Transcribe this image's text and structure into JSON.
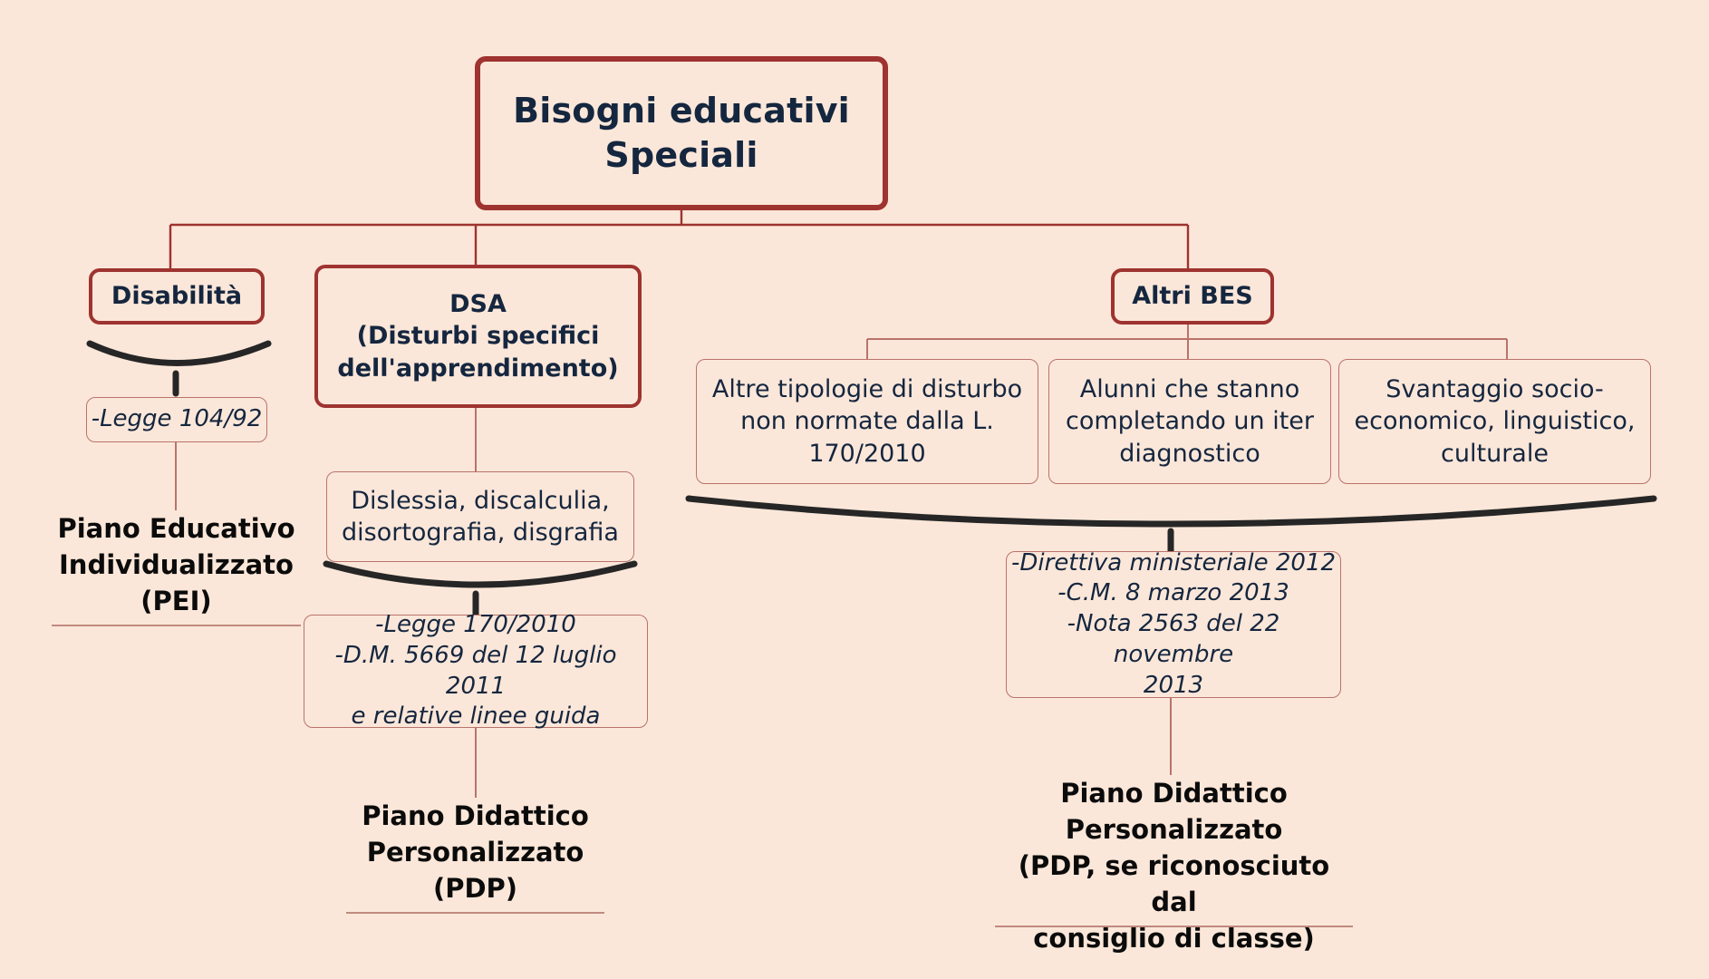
{
  "theme": {
    "background": "#fbe7d9",
    "accent_strong": "#9e3330",
    "accent_thin": "#b9736b",
    "text_navy": "#15263f",
    "text_black": "#0b0b0b",
    "brace": "#262626"
  },
  "diagram": {
    "type": "tree",
    "title": "Bisogni educativi Speciali",
    "root": {
      "label": "Bisogni educativi\nSpeciali"
    },
    "branches": [
      {
        "id": "disabilita",
        "label": "Disabilità",
        "law": "-Legge 104/92",
        "outcome": "Piano Educativo\nIndividualizzato\n(PEI)"
      },
      {
        "id": "dsa",
        "label": "DSA\n(Disturbi specifici\ndell'apprendimento)",
        "detail": "Dislessia, discalculia,\ndisortografia, disgrafia",
        "law": "-Legge 170/2010\n-D.M. 5669 del 12 luglio 2011\ne relative linee guida",
        "outcome": "Piano Didattico\nPersonalizzato\n(PDP)"
      },
      {
        "id": "altri-bes",
        "label": "Altri BES",
        "categories": [
          "Altre tipologie di disturbo\nnon normate dalla L.\n170/2010",
          "Alunni che stanno\ncompletando un iter\ndiagnostico",
          "Svantaggio socio-\neconomico, linguistico,\nculturale"
        ],
        "law": "-Direttiva ministeriale 2012\n-C.M. 8 marzo 2013\n-Nota 2563 del 22 novembre\n2013",
        "outcome": "Piano Didattico\nPersonalizzato\n(PDP, se riconosciuto dal\nconsiglio di classe)"
      }
    ]
  }
}
